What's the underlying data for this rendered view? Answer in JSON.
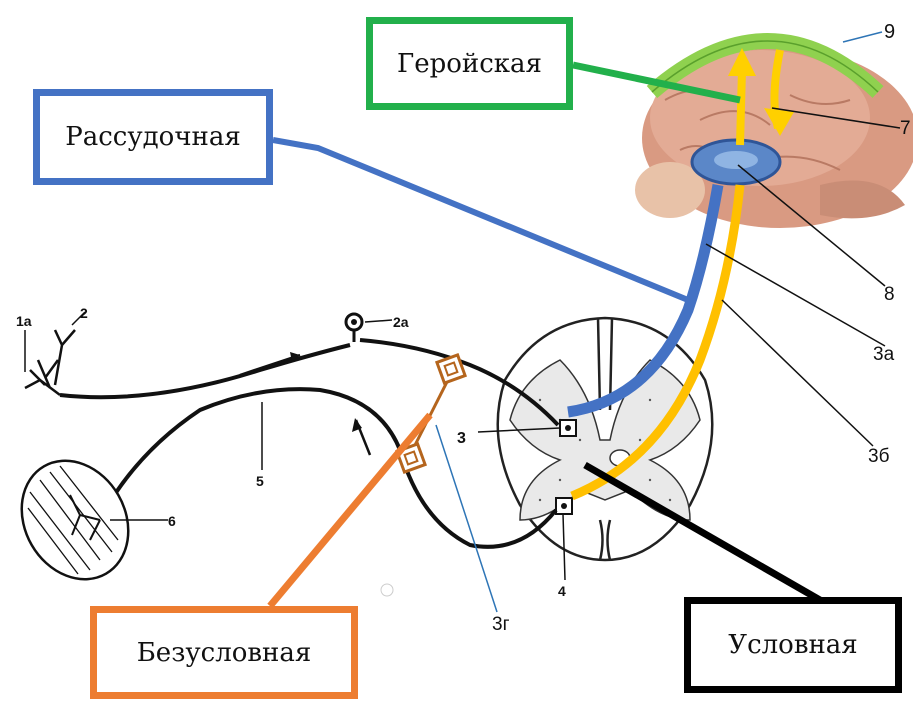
{
  "labels": {
    "heroic": "Геройская",
    "reason": "Рассудочная",
    "unconditioned": "Безусловная",
    "conditioned": "Условная"
  },
  "callouts": {
    "n1a": "1a",
    "n2": "2",
    "n2a": "2a",
    "n3": "3",
    "n3a": "3a",
    "n3b": "3б",
    "n3g": "3г",
    "n4": "4",
    "n5": "5",
    "n6": "6",
    "n7": "7",
    "n8": "8",
    "n9": "9"
  },
  "colors": {
    "heroic": "#22b04b",
    "reason": "#4472c4",
    "unconditioned": "#ed7d31",
    "conditioned": "#000000",
    "pathway_yellow": "#ffc000",
    "arc_green": "#8fd14f",
    "brain": "#d99a82"
  }
}
